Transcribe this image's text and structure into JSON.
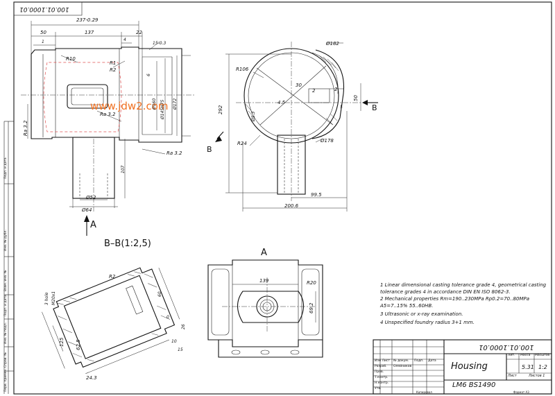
{
  "stamp_number": "100.01.1000.01",
  "watermark": "www.jdw2.com",
  "title_block": {
    "designation": "100.01.1000.01",
    "part_name": "Housing",
    "material": "LM6 BS1490",
    "mass": "5.31",
    "scale": "1:2",
    "col_lit": "Лит.",
    "col_mass": "Масса",
    "col_scale": "Масштаб",
    "sheet_label": "Лист",
    "sheets_label": "Листов 1",
    "row1": "Изм Лист",
    "row1b": "№ докум.",
    "row1c": "Подп.",
    "row1d": "Дата",
    "role_dev": "Разраб.",
    "dev_name": "Олейников",
    "role_check": "Пров.",
    "role_tcontr": "Т.контр.",
    "role_ncontr": "Н.контр.",
    "role_appr": "Утв.",
    "footer_left": "Копировал",
    "footer_right": "Формат A3"
  },
  "notes": [
    "1 Linear dimensional casting tolerance grade 4, geometrical casting",
    "tolerance grades 4 in accordance DIN EN ISO 8062-3.",
    "2 Mechanical    properties    Rm=190..230MPa    Rp0.2=70..80MPa",
    "A5=7..15%  55..60HB.",
    "3 Ultrasonic  or  x-ray examination.",
    "4 Unspecified foundry radius  3+1 mm."
  ],
  "front_view": {
    "dims": [
      "237-0.29",
      "50",
      "137",
      "4",
      "22",
      "15-0.3",
      "1",
      "R10",
      "R1",
      "R2",
      "6",
      "Ra 3.2",
      "Ra 3.2",
      "Ra 3.2",
      "Ø160",
      "Ø145H75",
      "Ø172",
      "107",
      "Ø52",
      "Ø64"
    ],
    "view_arrow": "A"
  },
  "side_view": {
    "dims": [
      "Ø182",
      "R106",
      "30",
      "4.5",
      "2",
      "2",
      "50",
      "Ø5.3",
      "292",
      "R24",
      "Ø178",
      "5",
      "99.5",
      "200.6"
    ],
    "section_label_left": "B",
    "section_label_right": "B"
  },
  "section_view": {
    "title": "B–B(1:2,5)",
    "dims": [
      "R2",
      "M20x1",
      "3 hole",
      "60",
      "0",
      "125",
      "62.5",
      "10",
      "15",
      "26",
      "24.3"
    ]
  },
  "view_a": {
    "title": "A",
    "dims": [
      "139",
      "R20",
      "69.2"
    ]
  },
  "left_strip": [
    "Подп. и дата",
    "Инв. № дубл.",
    "Взам. инв. №",
    "Подп. и дата",
    "Инв. № подл.",
    "Справ. №",
    "Перв. примен."
  ]
}
